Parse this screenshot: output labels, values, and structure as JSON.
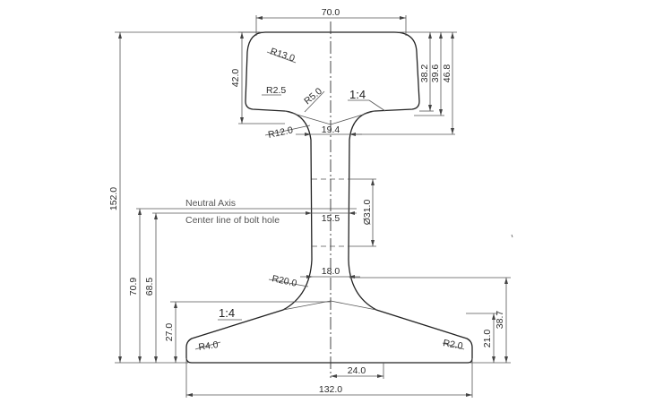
{
  "drawing": {
    "dimensions": {
      "head_width": "70.0",
      "head_height": "42.0",
      "height_38_2": "38.2",
      "height_39_6": "39.6",
      "height_46_8": "46.8",
      "web_top_width": "19.4",
      "web_bottom_width": "18.0",
      "web_mid_width": "15.5",
      "bolt_hole_diameter": "Ø31.0",
      "total_height": "152.0",
      "neutral_axis_height": "70.9",
      "bolt_hole_height": "68.5",
      "base_edge_height": "27.0",
      "base_right_21": "21.0",
      "base_right_38_7": "38.7",
      "base_half_24": "24.0",
      "base_width": "132.0"
    },
    "radii": {
      "r13": "R13.0",
      "r2_5": "R2.5",
      "r5": "R5.0",
      "r12": "R12.0",
      "r20": "R20.0",
      "r4": "R4.0",
      "r2": "R2.0"
    },
    "slopes": {
      "head_slope": "1:4",
      "base_slope": "1:4"
    },
    "labels": {
      "neutral_axis": "Neutral Axis",
      "bolt_hole_center": "Center line of bolt hole"
    }
  }
}
